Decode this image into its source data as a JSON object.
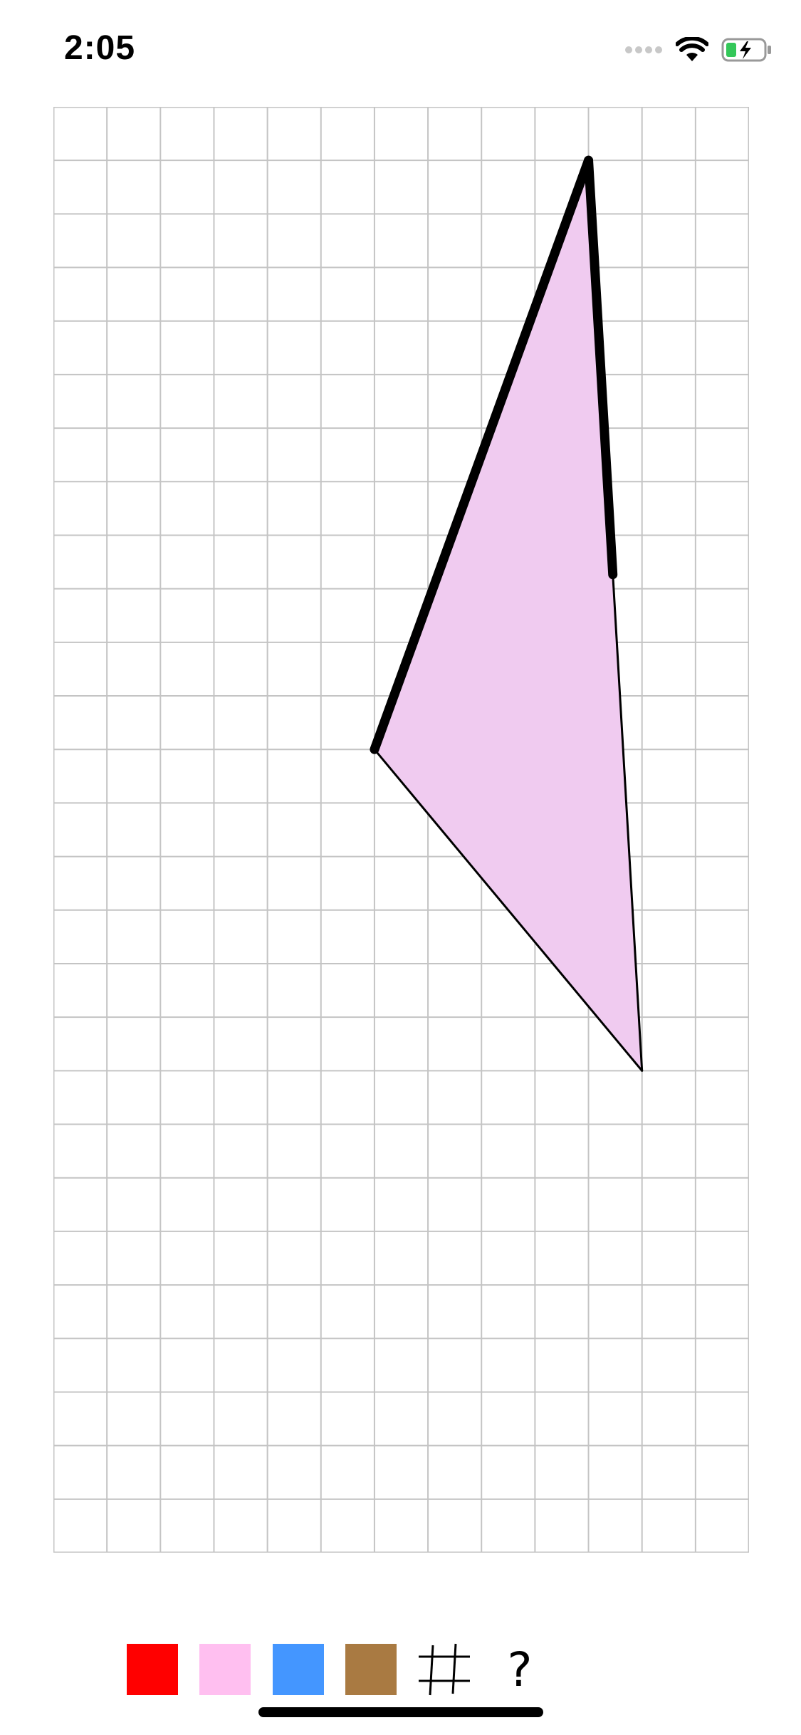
{
  "status_bar": {
    "time": "2:05",
    "icons": [
      "signal-dots-icon",
      "wifi-icon",
      "battery-charging-icon"
    ]
  },
  "canvas": {
    "grid": {
      "columns": 13,
      "rows": 27,
      "line_color": "#c4c4c4"
    },
    "shape": {
      "type": "triangle",
      "fill": "#f0cbf0",
      "vertices": [
        [
          10,
          1
        ],
        [
          6,
          12
        ],
        [
          11,
          18
        ]
      ]
    }
  },
  "toolbar": {
    "swatches": [
      {
        "name": "red",
        "color": "#ff0000"
      },
      {
        "name": "pink",
        "color": "#ffbff0"
      },
      {
        "name": "blue",
        "color": "#4496ff"
      },
      {
        "name": "brown",
        "color": "#a97a42"
      }
    ],
    "grid_toggle_icon": "grid-icon",
    "help_label": "?"
  }
}
